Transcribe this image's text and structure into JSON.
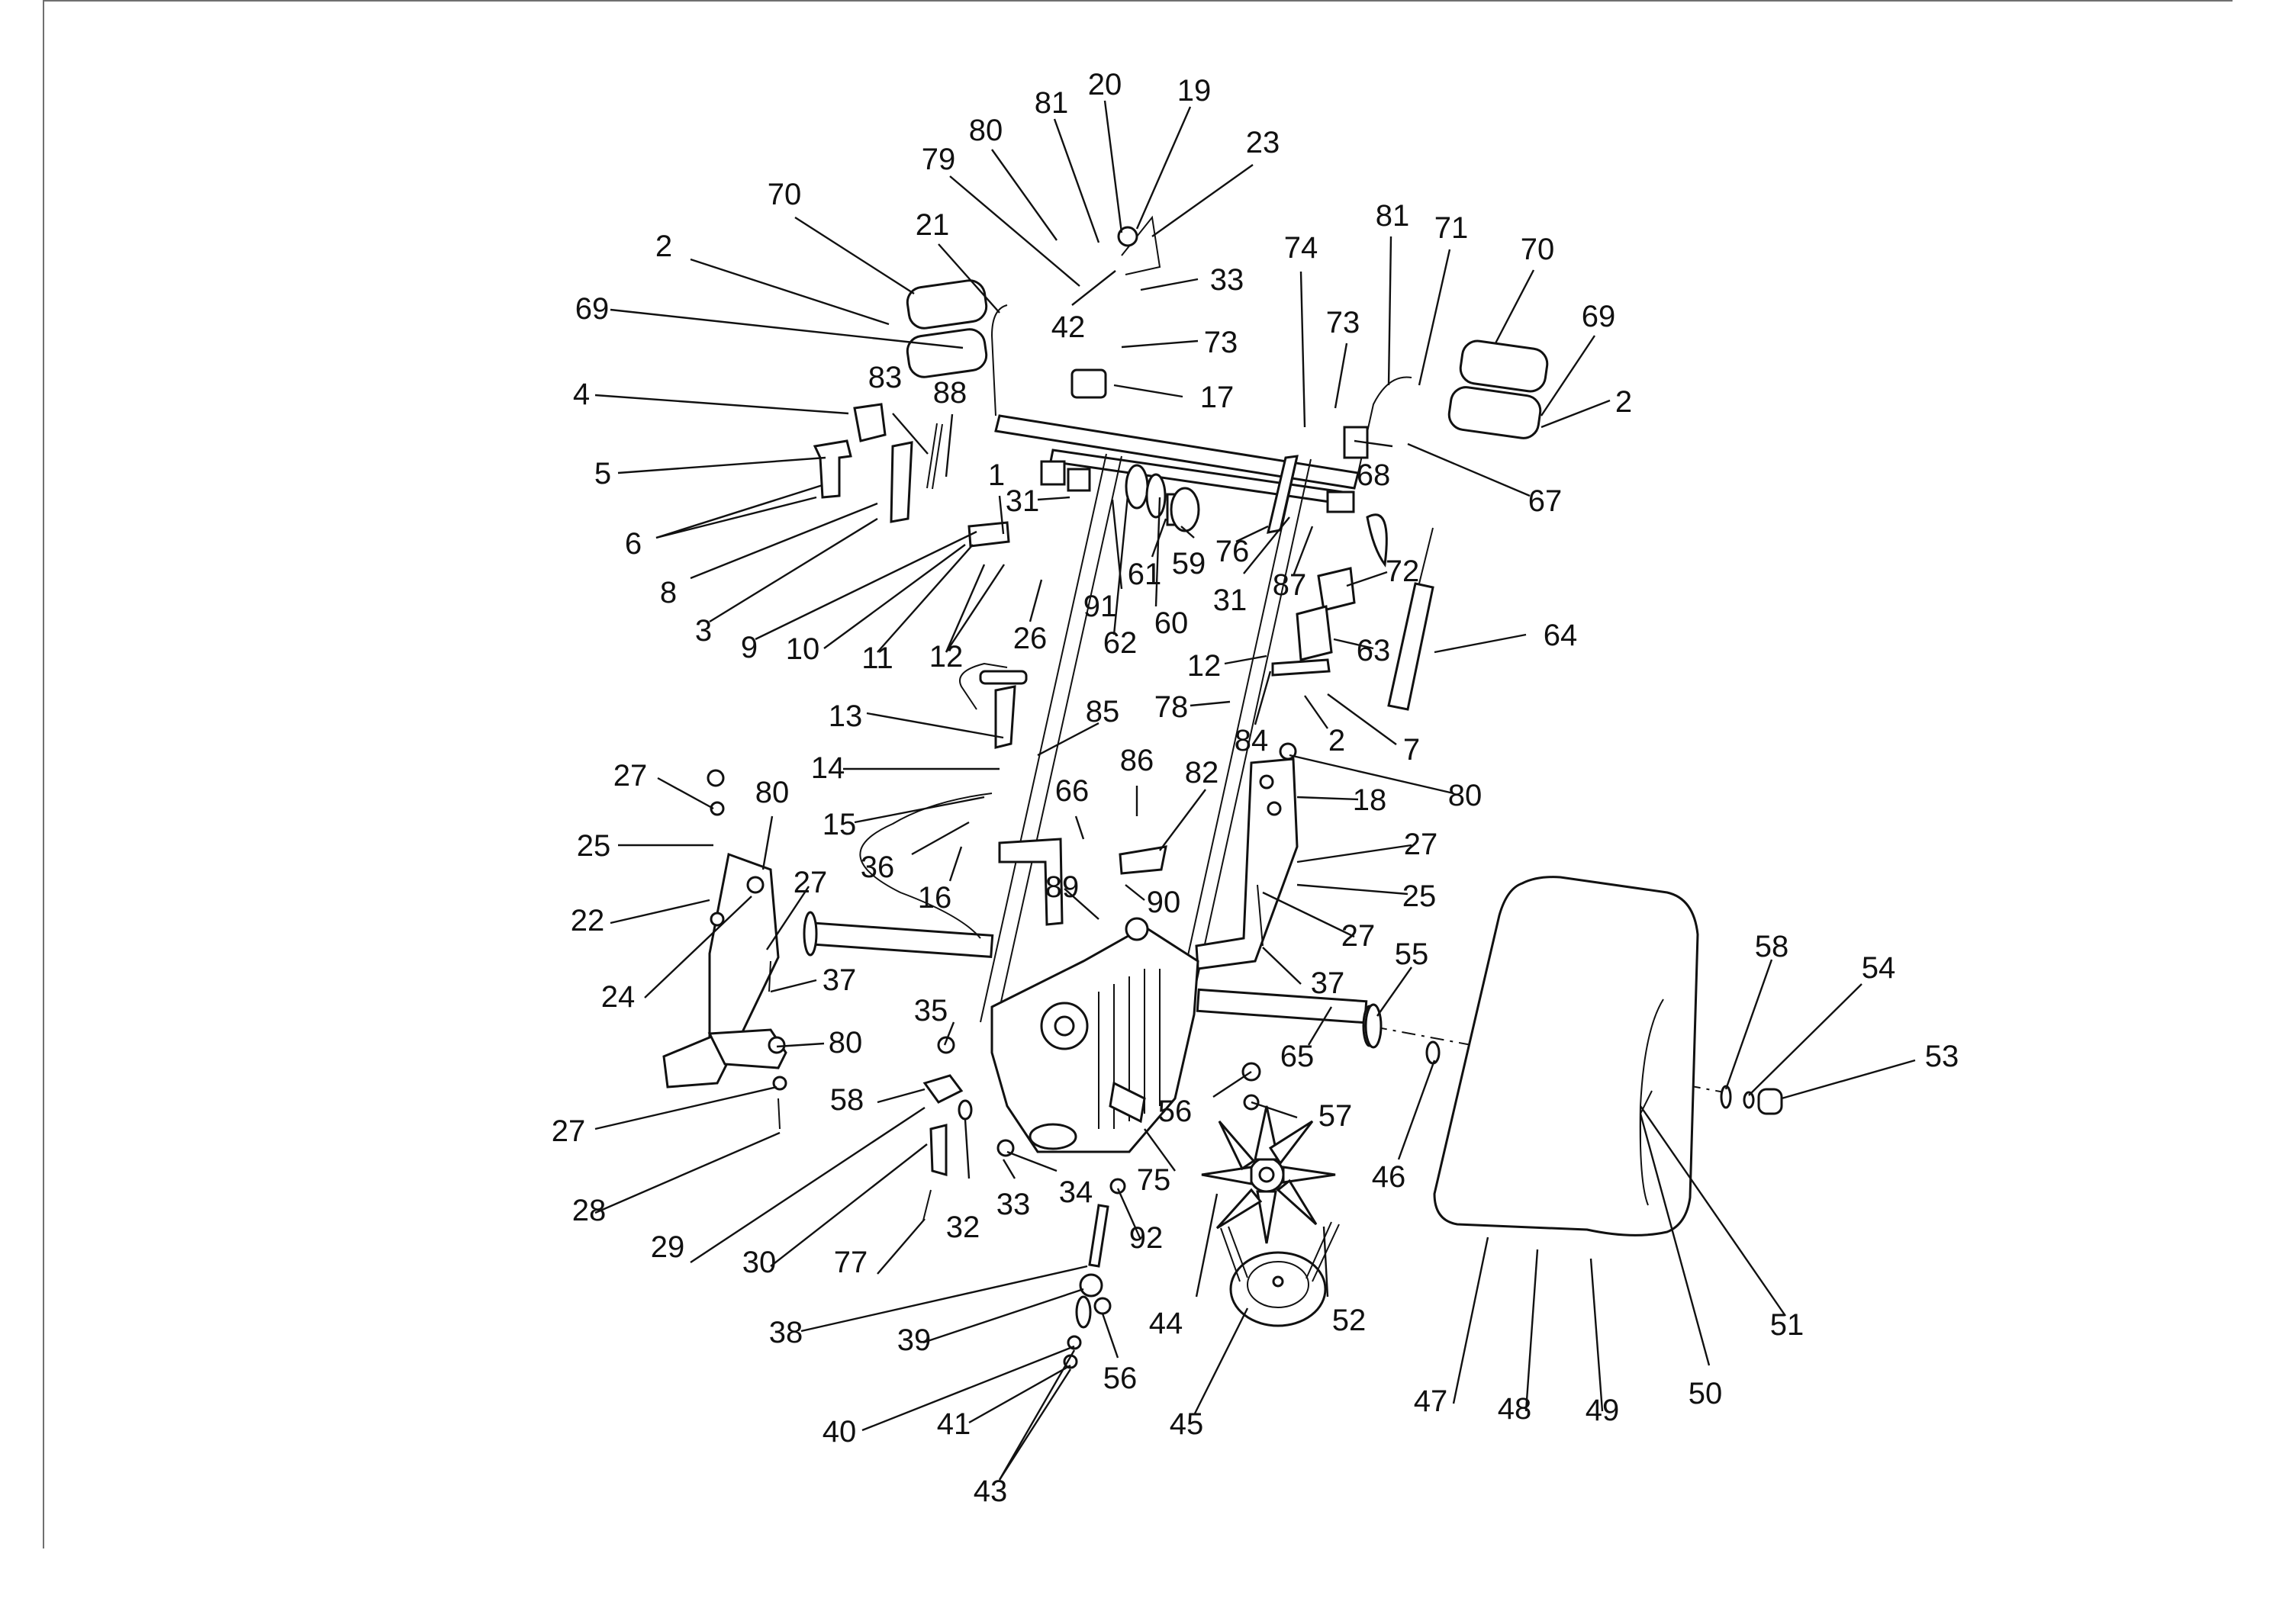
{
  "diagram": {
    "callouts": [
      {
        "id": "c81a",
        "label": "81"
      },
      {
        "id": "c20",
        "label": "20"
      },
      {
        "id": "c19",
        "label": "19"
      },
      {
        "id": "c80a",
        "label": "80"
      },
      {
        "id": "c79",
        "label": "79"
      },
      {
        "id": "c23",
        "label": "23"
      },
      {
        "id": "c70a",
        "label": "70"
      },
      {
        "id": "c21",
        "label": "21"
      },
      {
        "id": "c33a",
        "label": "33"
      },
      {
        "id": "c2a",
        "label": "2"
      },
      {
        "id": "c42",
        "label": "42"
      },
      {
        "id": "c74",
        "label": "74"
      },
      {
        "id": "c81b",
        "label": "81"
      },
      {
        "id": "c71",
        "label": "71"
      },
      {
        "id": "c70b",
        "label": "70"
      },
      {
        "id": "c69a",
        "label": "69"
      },
      {
        "id": "c73a",
        "label": "73"
      },
      {
        "id": "c73b",
        "label": "73"
      },
      {
        "id": "c69b",
        "label": "69"
      },
      {
        "id": "c4",
        "label": "4"
      },
      {
        "id": "c83",
        "label": "83"
      },
      {
        "id": "c88",
        "label": "88"
      },
      {
        "id": "c17",
        "label": "17"
      },
      {
        "id": "c2b",
        "label": "2"
      },
      {
        "id": "c5",
        "label": "5"
      },
      {
        "id": "c1",
        "label": "1"
      },
      {
        "id": "c68",
        "label": "68"
      },
      {
        "id": "c31a",
        "label": "31"
      },
      {
        "id": "c67",
        "label": "67"
      },
      {
        "id": "c6",
        "label": "6"
      },
      {
        "id": "c76",
        "label": "76"
      },
      {
        "id": "c61",
        "label": "61"
      },
      {
        "id": "c59",
        "label": "59"
      },
      {
        "id": "c8",
        "label": "8"
      },
      {
        "id": "c31b",
        "label": "31"
      },
      {
        "id": "c87",
        "label": "87"
      },
      {
        "id": "c72",
        "label": "72"
      },
      {
        "id": "c3",
        "label": "3"
      },
      {
        "id": "c91",
        "label": "91"
      },
      {
        "id": "c9",
        "label": "9"
      },
      {
        "id": "c10",
        "label": "10"
      },
      {
        "id": "c11",
        "label": "11"
      },
      {
        "id": "c60",
        "label": "60"
      },
      {
        "id": "c64",
        "label": "64"
      },
      {
        "id": "c26",
        "label": "26"
      },
      {
        "id": "c12a",
        "label": "12"
      },
      {
        "id": "c62",
        "label": "62"
      },
      {
        "id": "c63",
        "label": "63"
      },
      {
        "id": "c12b",
        "label": "12"
      },
      {
        "id": "c78",
        "label": "78"
      },
      {
        "id": "c13",
        "label": "13"
      },
      {
        "id": "c85",
        "label": "85"
      },
      {
        "id": "c7",
        "label": "7"
      },
      {
        "id": "c84",
        "label": "84"
      },
      {
        "id": "c2c",
        "label": "2"
      },
      {
        "id": "c27a",
        "label": "27"
      },
      {
        "id": "c14",
        "label": "14"
      },
      {
        "id": "c86",
        "label": "86"
      },
      {
        "id": "c82",
        "label": "82"
      },
      {
        "id": "c80b",
        "label": "80"
      },
      {
        "id": "c80c",
        "label": "80"
      },
      {
        "id": "c66",
        "label": "66"
      },
      {
        "id": "c18",
        "label": "18"
      },
      {
        "id": "c25a",
        "label": "25"
      },
      {
        "id": "c15",
        "label": "15"
      },
      {
        "id": "c27b",
        "label": "27"
      },
      {
        "id": "c36",
        "label": "36"
      },
      {
        "id": "c22",
        "label": "22"
      },
      {
        "id": "c27c",
        "label": "27"
      },
      {
        "id": "c89",
        "label": "89"
      },
      {
        "id": "c16",
        "label": "16"
      },
      {
        "id": "c25b",
        "label": "25"
      },
      {
        "id": "c90",
        "label": "90"
      },
      {
        "id": "c27d",
        "label": "27"
      },
      {
        "id": "c24",
        "label": "24"
      },
      {
        "id": "c37a",
        "label": "37"
      },
      {
        "id": "c58a",
        "label": "58"
      },
      {
        "id": "c54",
        "label": "54"
      },
      {
        "id": "c37b",
        "label": "37"
      },
      {
        "id": "c55",
        "label": "55"
      },
      {
        "id": "c35",
        "label": "35"
      },
      {
        "id": "c80d",
        "label": "80"
      },
      {
        "id": "c53",
        "label": "53"
      },
      {
        "id": "c65",
        "label": "65"
      },
      {
        "id": "c58b",
        "label": "58"
      },
      {
        "id": "c56a",
        "label": "56"
      },
      {
        "id": "c57",
        "label": "57"
      },
      {
        "id": "c27e",
        "label": "27"
      },
      {
        "id": "c75",
        "label": "75"
      },
      {
        "id": "c46",
        "label": "46"
      },
      {
        "id": "c34",
        "label": "34"
      },
      {
        "id": "c33b",
        "label": "33"
      },
      {
        "id": "c28",
        "label": "28"
      },
      {
        "id": "c32",
        "label": "32"
      },
      {
        "id": "c92",
        "label": "92"
      },
      {
        "id": "c29",
        "label": "29"
      },
      {
        "id": "c30",
        "label": "30"
      },
      {
        "id": "c77",
        "label": "77"
      },
      {
        "id": "c44",
        "label": "44"
      },
      {
        "id": "c52",
        "label": "52"
      },
      {
        "id": "c51",
        "label": "51"
      },
      {
        "id": "c38",
        "label": "38"
      },
      {
        "id": "c39",
        "label": "39"
      },
      {
        "id": "c56b",
        "label": "56"
      },
      {
        "id": "c50",
        "label": "50"
      },
      {
        "id": "c47",
        "label": "47"
      },
      {
        "id": "c48",
        "label": "48"
      },
      {
        "id": "c49",
        "label": "49"
      },
      {
        "id": "c40",
        "label": "40"
      },
      {
        "id": "c41",
        "label": "41"
      },
      {
        "id": "c45",
        "label": "45"
      },
      {
        "id": "c43",
        "label": "43"
      }
    ]
  }
}
